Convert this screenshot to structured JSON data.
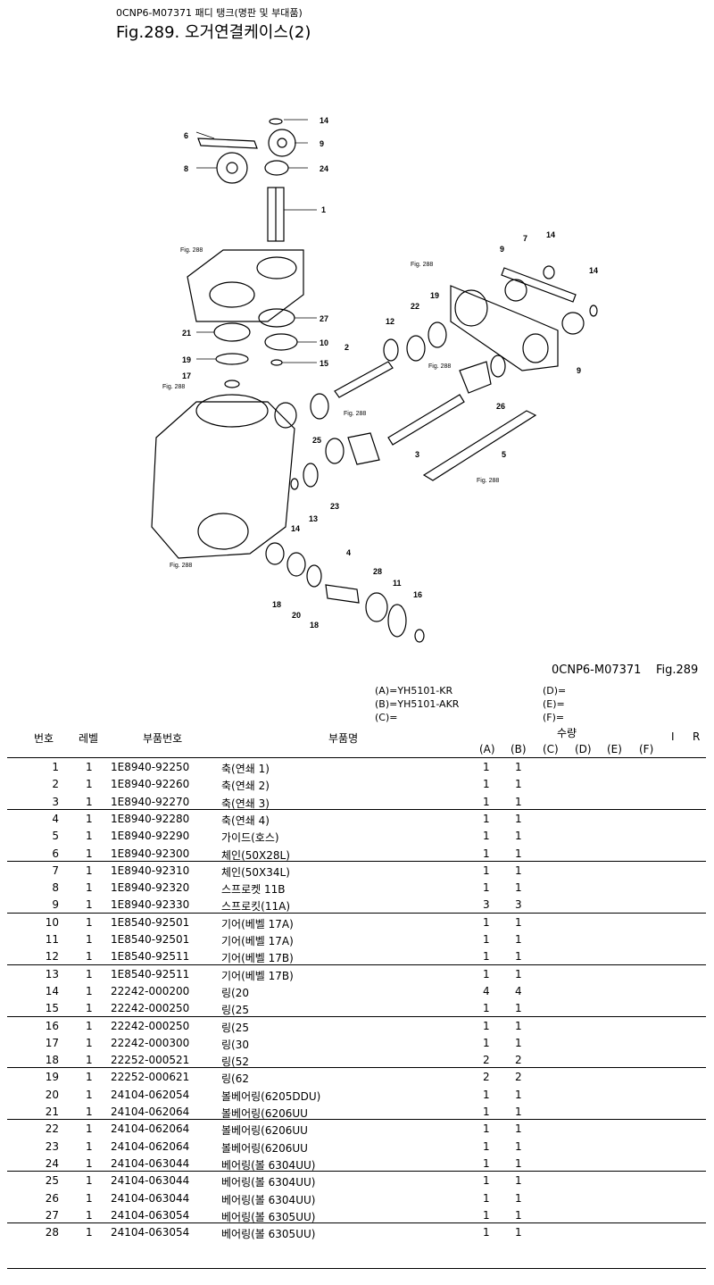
{
  "header": {
    "doc_code": "0CNP6-M07371   패디 탱크(명판 및 부대품)",
    "figure_title": "Fig.289.  오거연결케이스(2)"
  },
  "diagram": {
    "fig_ref": "Fig. 288",
    "callouts": [
      "1",
      "2",
      "3",
      "4",
      "5",
      "6",
      "7",
      "8",
      "9",
      "9",
      "9",
      "10",
      "11",
      "12",
      "13",
      "14",
      "14",
      "14",
      "14",
      "15",
      "16",
      "17",
      "18",
      "18",
      "19",
      "19",
      "20",
      "21",
      "22",
      "23",
      "24",
      "25",
      "26",
      "27",
      "28"
    ]
  },
  "table_header": {
    "ref_code": "0CNP6-M07371",
    "ref_fig": "Fig.289",
    "models": {
      "A": "(A)=YH5101-KR",
      "B": "(B)=YH5101-AKR",
      "C": "(C)=",
      "D": "(D)=",
      "E": "(E)=",
      "F": "(F)="
    },
    "columns": {
      "no": "번호",
      "level": "레벨",
      "part_no": "부품번호",
      "part_name": "부품명",
      "qty": "수량",
      "a": "(A)",
      "b": "(B)",
      "c": "(C)",
      "d": "(D)",
      "e": "(E)",
      "f": "(F)",
      "i": "I",
      "r": "R"
    }
  },
  "rows": [
    {
      "no": "1",
      "level": "1",
      "part_no": "1E8940-92250",
      "name": "축(연쇄 1)",
      "a": "1",
      "b": "1"
    },
    {
      "no": "2",
      "level": "1",
      "part_no": "1E8940-92260",
      "name": "축(연쇄 2)",
      "a": "1",
      "b": "1"
    },
    {
      "no": "3",
      "level": "1",
      "part_no": "1E8940-92270",
      "name": "축(연쇄 3)",
      "a": "1",
      "b": "1"
    },
    {
      "no": "4",
      "level": "1",
      "part_no": "1E8940-92280",
      "name": "축(연쇄 4)",
      "a": "1",
      "b": "1"
    },
    {
      "no": "5",
      "level": "1",
      "part_no": "1E8940-92290",
      "name": "가이드(호스)",
      "a": "1",
      "b": "1"
    },
    {
      "no": "6",
      "level": "1",
      "part_no": "1E8940-92300",
      "name": "체인(50X28L)",
      "a": "1",
      "b": "1"
    },
    {
      "no": "7",
      "level": "1",
      "part_no": "1E8940-92310",
      "name": "체인(50X34L)",
      "a": "1",
      "b": "1"
    },
    {
      "no": "8",
      "level": "1",
      "part_no": "1E8940-92320",
      "name": "스프로켓 11B",
      "a": "1",
      "b": "1"
    },
    {
      "no": "9",
      "level": "1",
      "part_no": "1E8940-92330",
      "name": "스프로킷(11A)",
      "a": "3",
      "b": "3"
    },
    {
      "no": "10",
      "level": "1",
      "part_no": "1E8540-92501",
      "name": "기어(베벨 17A)",
      "a": "1",
      "b": "1"
    },
    {
      "no": "11",
      "level": "1",
      "part_no": "1E8540-92501",
      "name": "기어(베벨 17A)",
      "a": "1",
      "b": "1"
    },
    {
      "no": "12",
      "level": "1",
      "part_no": "1E8540-92511",
      "name": "기어(베벨 17B)",
      "a": "1",
      "b": "1"
    },
    {
      "no": "13",
      "level": "1",
      "part_no": "1E8540-92511",
      "name": "기어(베벨 17B)",
      "a": "1",
      "b": "1"
    },
    {
      "no": "14",
      "level": "1",
      "part_no": "22242-000200",
      "name": "링(20",
      "a": "4",
      "b": "4"
    },
    {
      "no": "15",
      "level": "1",
      "part_no": "22242-000250",
      "name": "링(25",
      "a": "1",
      "b": "1"
    },
    {
      "no": "16",
      "level": "1",
      "part_no": "22242-000250",
      "name": "링(25",
      "a": "1",
      "b": "1"
    },
    {
      "no": "17",
      "level": "1",
      "part_no": "22242-000300",
      "name": "링(30",
      "a": "1",
      "b": "1"
    },
    {
      "no": "18",
      "level": "1",
      "part_no": "22252-000521",
      "name": "링(52",
      "a": "2",
      "b": "2"
    },
    {
      "no": "19",
      "level": "1",
      "part_no": "22252-000621",
      "name": "링(62",
      "a": "2",
      "b": "2"
    },
    {
      "no": "20",
      "level": "1",
      "part_no": "24104-062054",
      "name": "볼베어링(6205DDU)",
      "a": "1",
      "b": "1"
    },
    {
      "no": "21",
      "level": "1",
      "part_no": "24104-062064",
      "name": "볼베어링(6206UU",
      "a": "1",
      "b": "1"
    },
    {
      "no": "22",
      "level": "1",
      "part_no": "24104-062064",
      "name": "볼베어링(6206UU",
      "a": "1",
      "b": "1"
    },
    {
      "no": "23",
      "level": "1",
      "part_no": "24104-062064",
      "name": "볼베어링(6206UU",
      "a": "1",
      "b": "1"
    },
    {
      "no": "24",
      "level": "1",
      "part_no": "24104-063044",
      "name": "베어링(볼 6304UU)",
      "a": "1",
      "b": "1"
    },
    {
      "no": "25",
      "level": "1",
      "part_no": "24104-063044",
      "name": "베어링(볼 6304UU)",
      "a": "1",
      "b": "1"
    },
    {
      "no": "26",
      "level": "1",
      "part_no": "24104-063044",
      "name": "베어링(볼 6304UU)",
      "a": "1",
      "b": "1"
    },
    {
      "no": "27",
      "level": "1",
      "part_no": "24104-063054",
      "name": "베어링(볼 6305UU)",
      "a": "1",
      "b": "1"
    },
    {
      "no": "28",
      "level": "1",
      "part_no": "24104-063054",
      "name": "베어링(볼 6305UU)",
      "a": "1",
      "b": "1"
    }
  ]
}
